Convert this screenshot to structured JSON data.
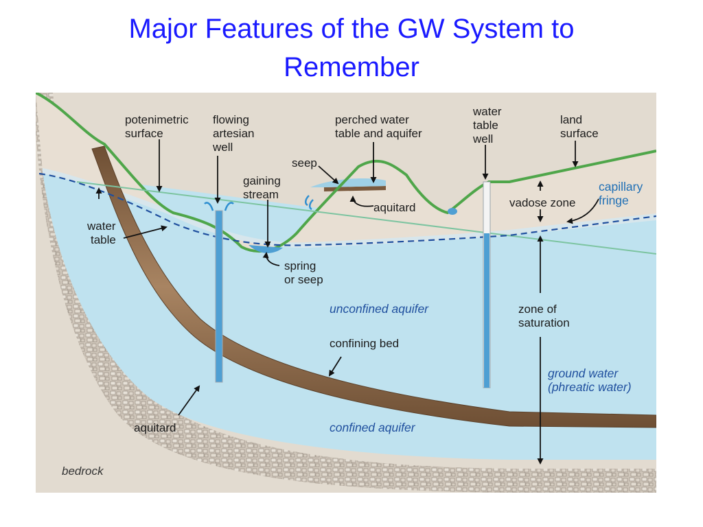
{
  "title": {
    "line1": "Major Features of the GW System to",
    "line2": "Remember"
  },
  "labels": {
    "potentiometric_surface": [
      "potenimetric",
      "surface"
    ],
    "flowing_artesian_well": [
      "flowing",
      "artesian",
      "well"
    ],
    "perched_water_table": [
      "perched water",
      "table and aquifer"
    ],
    "water_table_well": [
      "water",
      "table",
      "well"
    ],
    "land_surface": [
      "land",
      "surface"
    ],
    "seep": "seep",
    "gaining_stream": [
      "gaining",
      "stream"
    ],
    "aquitard_upper": "aquitard",
    "capillary_fringe": [
      "capillary",
      "fringe"
    ],
    "vadose_zone": "vadose zone",
    "water_table": [
      "water",
      "table"
    ],
    "spring_or_seep": [
      "spring",
      "or seep"
    ],
    "unconfined_aquifer": "unconfined aquifer",
    "zone_of_saturation": [
      "zone of",
      "saturation"
    ],
    "confining_bed": "confining bed",
    "ground_water": [
      "ground water",
      "(phreatic water)"
    ],
    "aquitard_lower": "aquitard",
    "confined_aquifer": "confined aquifer",
    "bedrock": "bedrock"
  },
  "colors": {
    "title": "#1a1aff",
    "water": "#bfe2ef",
    "land": "#e8dfd3",
    "bedrock": "#d8d0c6",
    "confining_bed": "#8a6a4a",
    "vegetation": "#4fa64a",
    "water_table_line": "#1f4f9e",
    "potentiometric_line": "#7cc4a0"
  }
}
